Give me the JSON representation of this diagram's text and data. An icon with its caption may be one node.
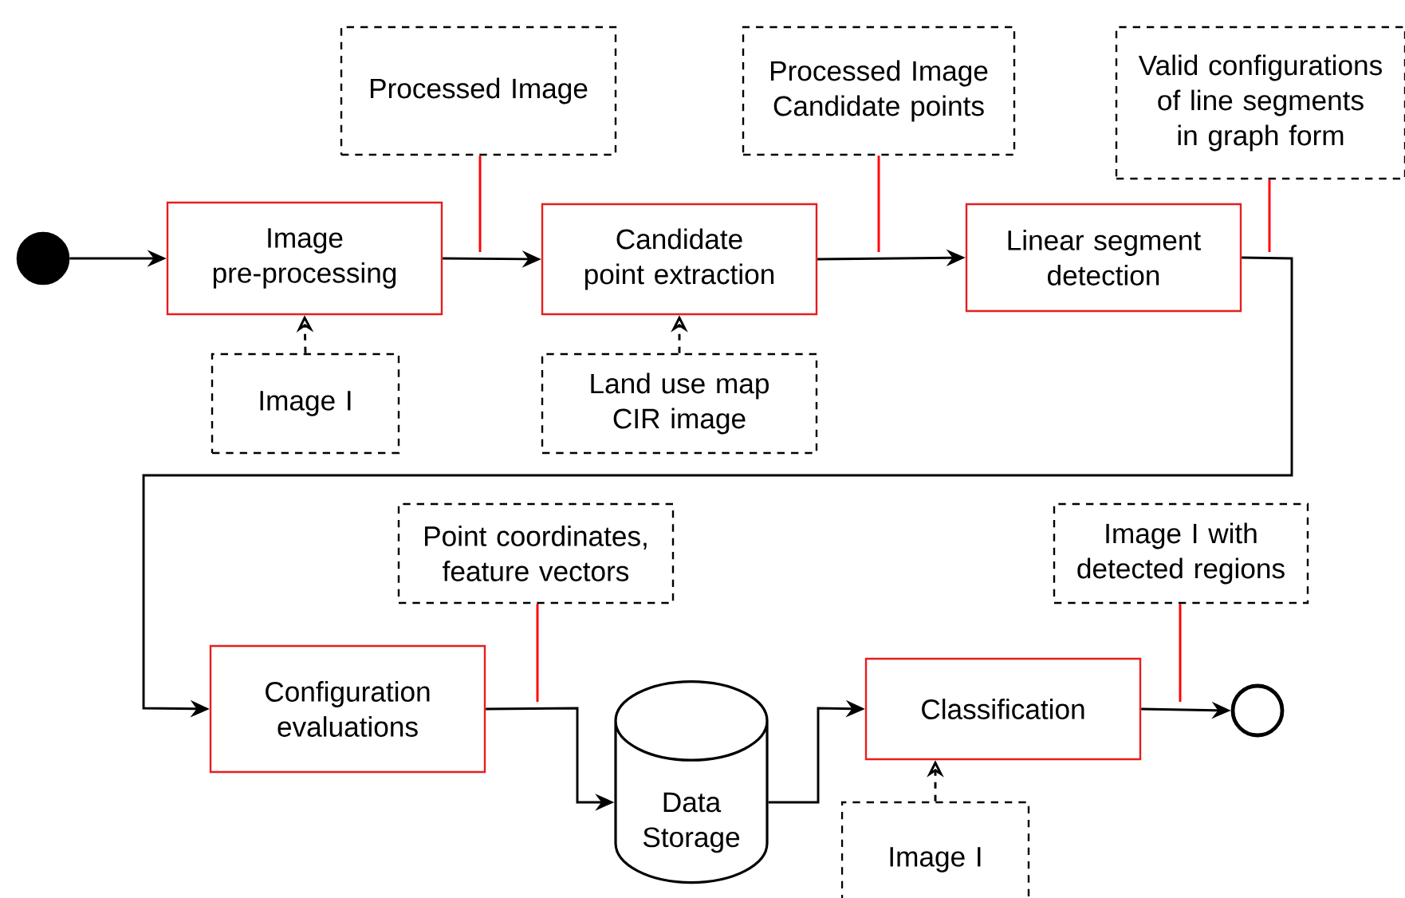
{
  "diagram": {
    "nodes": [
      {
        "text": [],
        "shape": "circle"
      },
      {
        "text": [
          "Image pre-processing"
        ]
      },
      {
        "text": [
          "Processed Image"
        ]
      },
      {
        "text": [
          "Image I"
        ]
      },
      {
        "text": [
          "Candidate point extraction"
        ]
      },
      {
        "text": [
          "Processed Image Candidate points"
        ]
      },
      {
        "text": [
          "Land use map CIR image"
        ]
      },
      {
        "text": [
          "Linear segment detection"
        ]
      },
      {
        "text": [
          "Valid configurations of line segments in graph form"
        ]
      },
      {
        "text": [
          "Configuration evaluations"
        ]
      },
      {
        "text": [
          "Point coordinates, feature vectors"
        ]
      },
      {
        "text": [
          "Data Storage"
        ]
      },
      {
        "text": [
          "Classification"
        ]
      },
      {
        "text": [
          "Image I with detected regions"
        ]
      },
      {
        "text": [],
        "shape": "circle"
      },
      {
        "text": [
          "Image I"
        ]
      }
    ],
    "edges": [
      {
        "from": 0,
        "to": 1,
        "arrow": "to"
      },
      {
        "from": 1,
        "to": 4,
        "arrow": "to"
      },
      {
        "from": 4,
        "to": 7,
        "arrow": "to"
      },
      {
        "from": 7,
        "to": 9,
        "arrow": "to"
      },
      {
        "from": 9,
        "to": 11,
        "arrow": "to"
      },
      {
        "from": 11,
        "to": 12,
        "arrow": "to"
      },
      {
        "from": 12,
        "to": 14,
        "arrow": "to"
      },
      {
        "from": 3,
        "to": 1,
        "arrow": "to",
        "style": "dashed"
      },
      {
        "from": 6,
        "to": 4,
        "arrow": "to",
        "style": "dashed"
      },
      {
        "from": 15,
        "to": 12,
        "arrow": "to",
        "style": "dashed"
      },
      {
        "from": 2,
        "to": null,
        "arrow": "none",
        "color": "#ff0000"
      },
      {
        "from": 5,
        "to": null,
        "arrow": "none",
        "color": "#ff0000"
      },
      {
        "from": 8,
        "to": null,
        "arrow": "none",
        "color": "#ff0000"
      },
      {
        "from": 10,
        "to": null,
        "arrow": "none",
        "color": "#ff0000"
      },
      {
        "from": 13,
        "to": null,
        "arrow": "none",
        "color": "#ff0000"
      }
    ]
  }
}
